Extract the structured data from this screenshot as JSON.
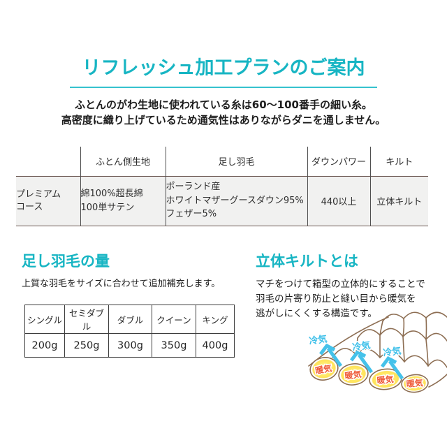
{
  "page": {
    "accent_color": "#17b5c3",
    "title": "リフレッシュ加工プランのご案内",
    "intro_line1": "ふとんのがわ生地に使われている糸は60～100番手の細い糸。",
    "intro_line2": "高密度に織り上げているため通気性はありながらダニを通しません。"
  },
  "spec_table": {
    "headers": [
      "",
      "ふとん側生地",
      "足し羽毛",
      "ダウンパワー",
      "キルト"
    ],
    "row": {
      "plan_line1": "プレミアム",
      "plan_line2": "コース",
      "fabric_line1": "綿100%超長綿",
      "fabric_line2": "100単サテン",
      "down_line1": "ポーランド産",
      "down_line2": "ホワイトマザーグースダウン95%",
      "down_line3": "フェザー5%",
      "down_power": "440以上",
      "quilt": "立体キルト"
    }
  },
  "add_down_section": {
    "heading": "足し羽毛の量",
    "description": "上質な羽毛をサイズに合わせて追加補充します。",
    "table": {
      "sizes": [
        "シングル",
        "セミダブル",
        "ダブル",
        "クイーン",
        "キング"
      ],
      "amounts": [
        "200g",
        "250g",
        "300g",
        "350g",
        "400g"
      ]
    }
  },
  "quilt_section": {
    "heading": "立体キルトとは",
    "description_line1": "マチをつけて箱型の立体的にすることで",
    "description_line2": "羽毛の片寄り防止と縫い目から暖気を",
    "description_line3": "逃がしにくくする構造です。",
    "illustration": {
      "cold_label": "冷気",
      "warm_label": "暖気",
      "cold_color": "#3fc0e9",
      "warm_color": "#ef5a38",
      "outline_color": "#8d6e53"
    }
  }
}
